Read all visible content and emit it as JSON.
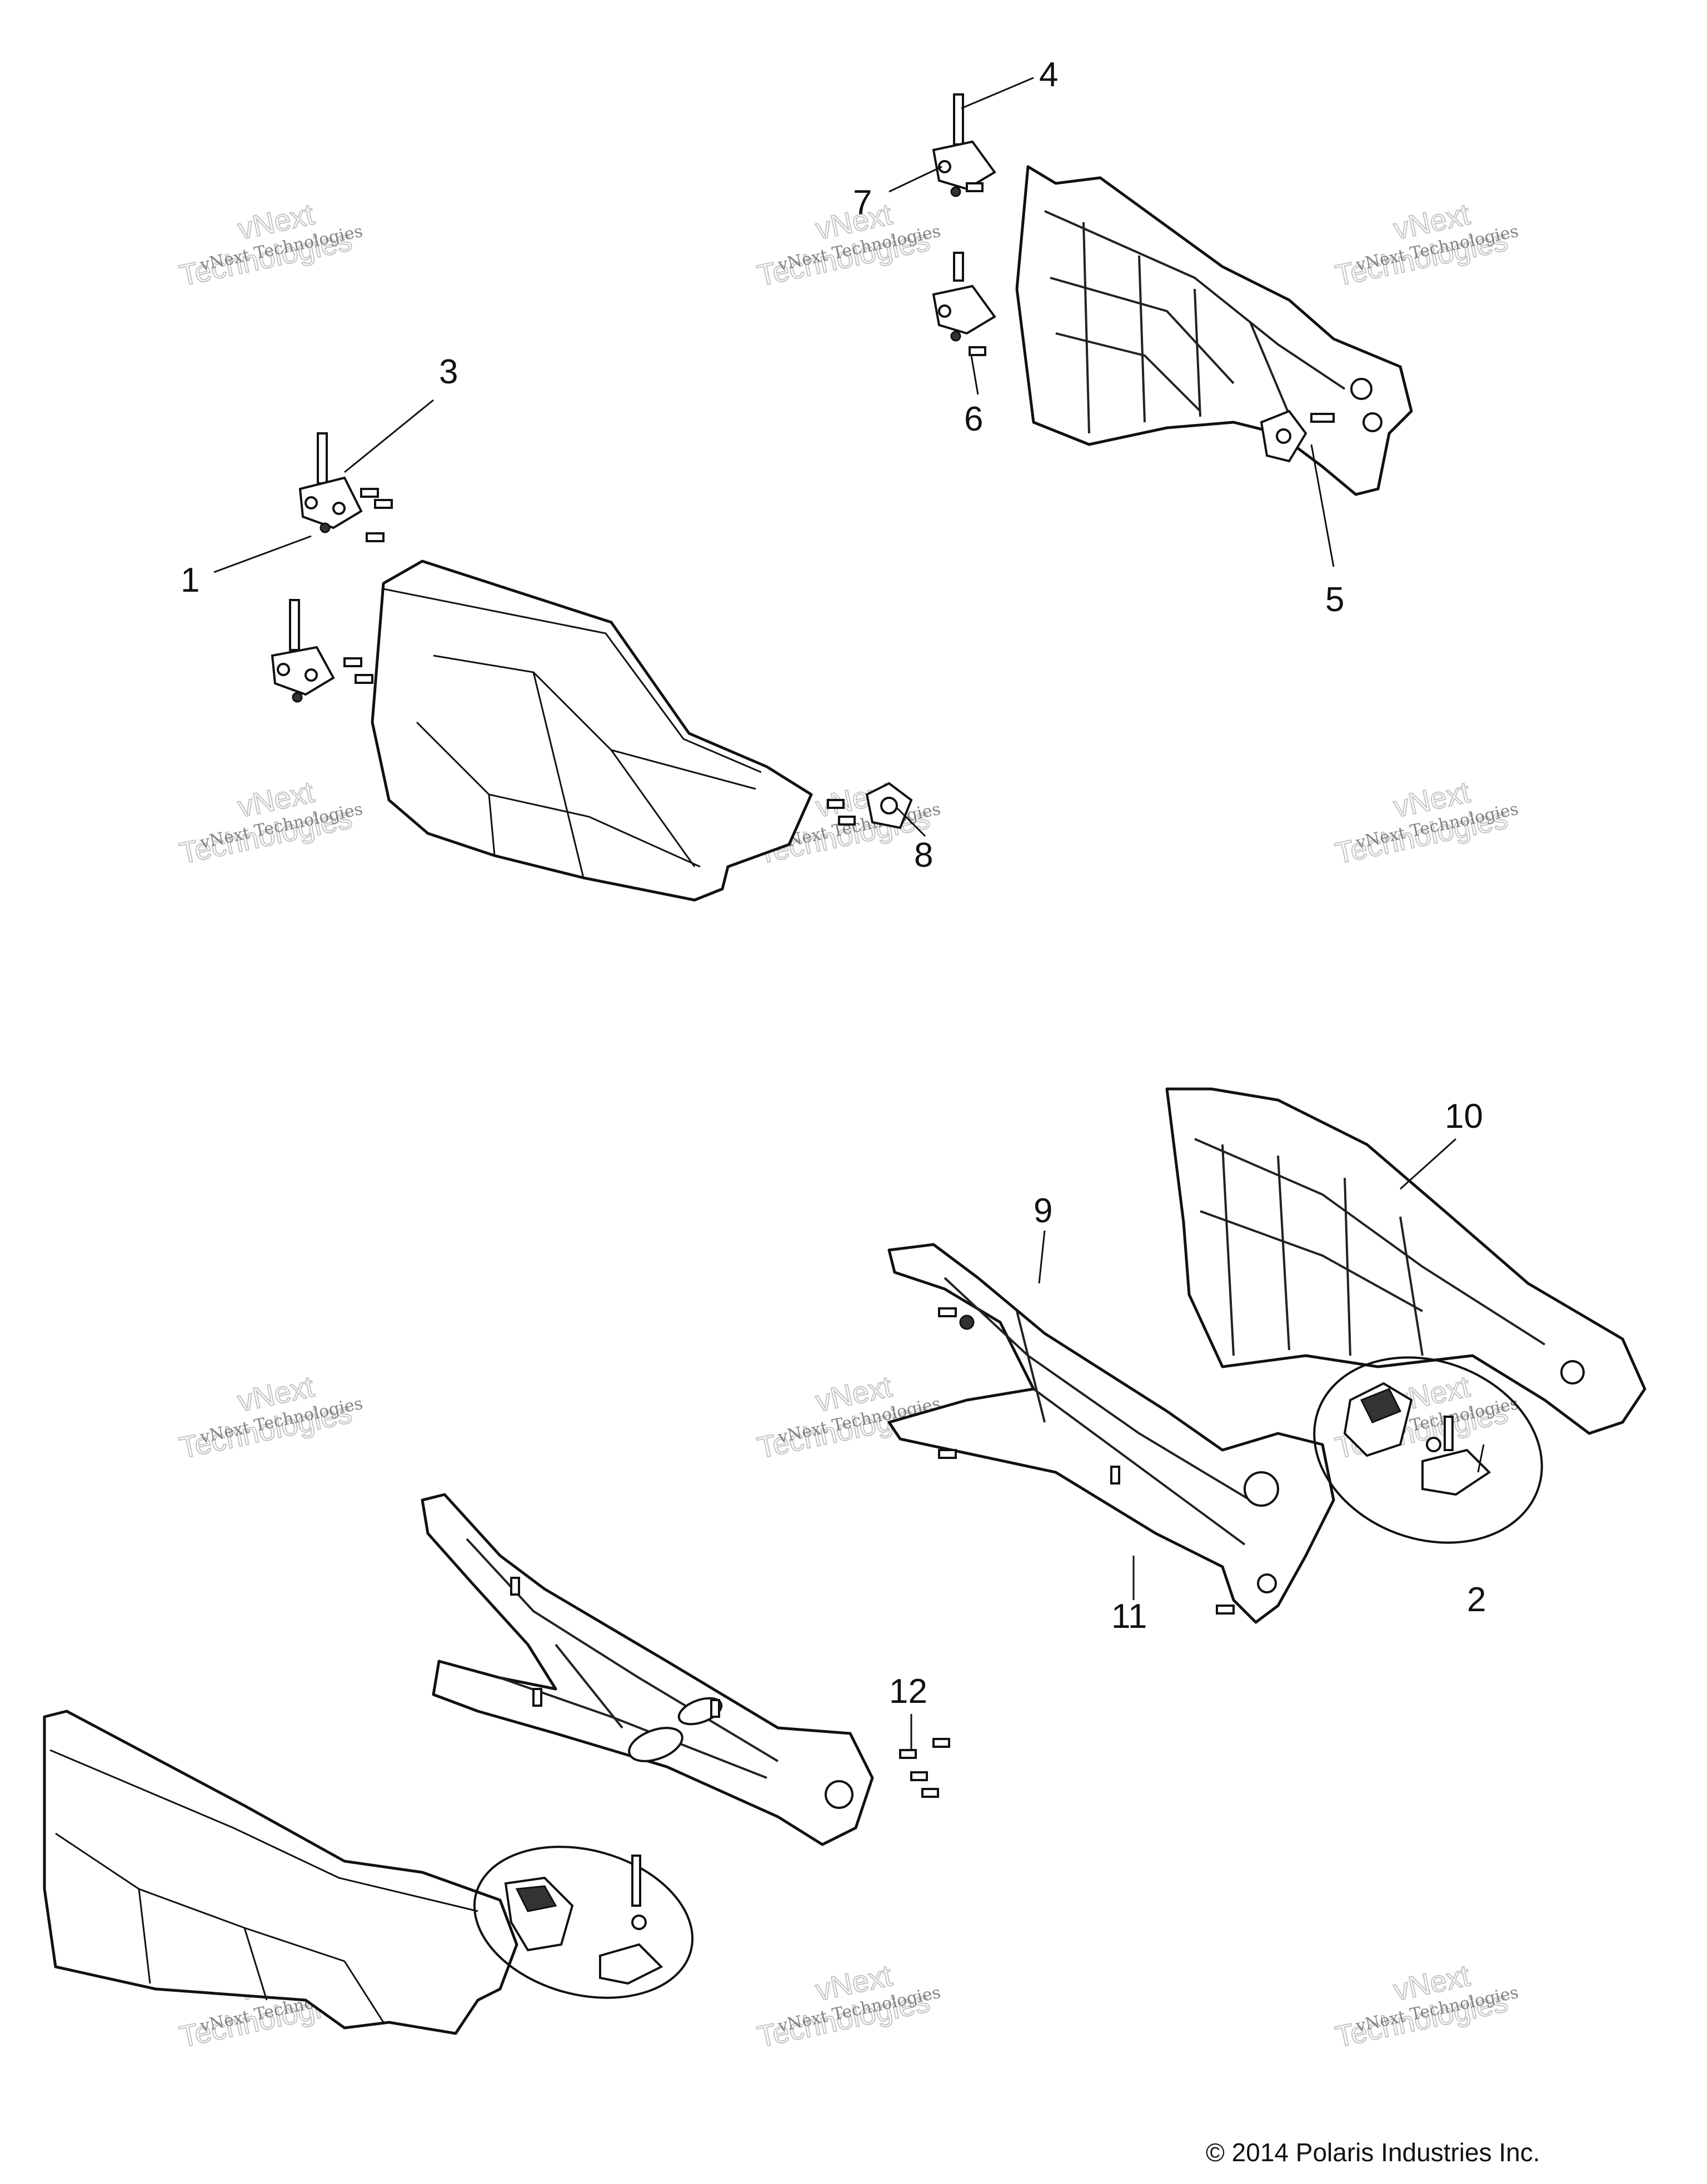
{
  "callouts": [
    {
      "id": "1",
      "label": "1"
    },
    {
      "id": "2",
      "label": "2"
    },
    {
      "id": "3",
      "label": "3"
    },
    {
      "id": "4",
      "label": "4"
    },
    {
      "id": "5",
      "label": "5"
    },
    {
      "id": "6",
      "label": "6"
    },
    {
      "id": "7",
      "label": "7"
    },
    {
      "id": "8",
      "label": "8"
    },
    {
      "id": "9",
      "label": "9"
    },
    {
      "id": "10",
      "label": "10"
    },
    {
      "id": "11",
      "label": "11"
    },
    {
      "id": "12",
      "label": "12"
    }
  ],
  "watermark": {
    "line1": "vNext Technologies",
    "line2": "Technologies",
    "line3": "vNext"
  },
  "copyright": "© 2014 Polaris Industries Inc."
}
